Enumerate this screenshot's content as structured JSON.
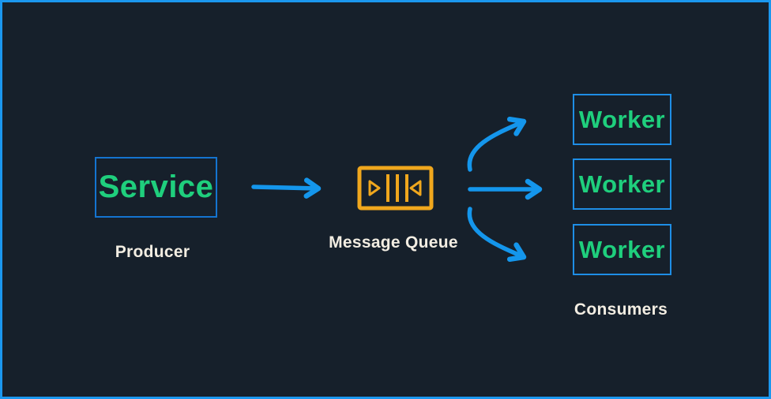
{
  "diagram": {
    "title": "message-queue-fanout-diagram",
    "producer": {
      "node_label": "Service",
      "caption": "Producer"
    },
    "queue": {
      "caption": "Message Queue",
      "icon": "message-queue-icon"
    },
    "consumers": {
      "caption": "Consumers",
      "workers": [
        "Worker",
        "Worker",
        "Worker"
      ]
    }
  },
  "theme": {
    "background": "#16202b",
    "frame_border": "#1b97ee",
    "producer_box_border": "#1474d0",
    "worker_box_border": "#1e8ee6",
    "node_text_green": "#1fcf7d",
    "arrow_blue": "#1496ec",
    "queue_yellow": "#f0a71d",
    "caption_text": "#f2ede2"
  }
}
